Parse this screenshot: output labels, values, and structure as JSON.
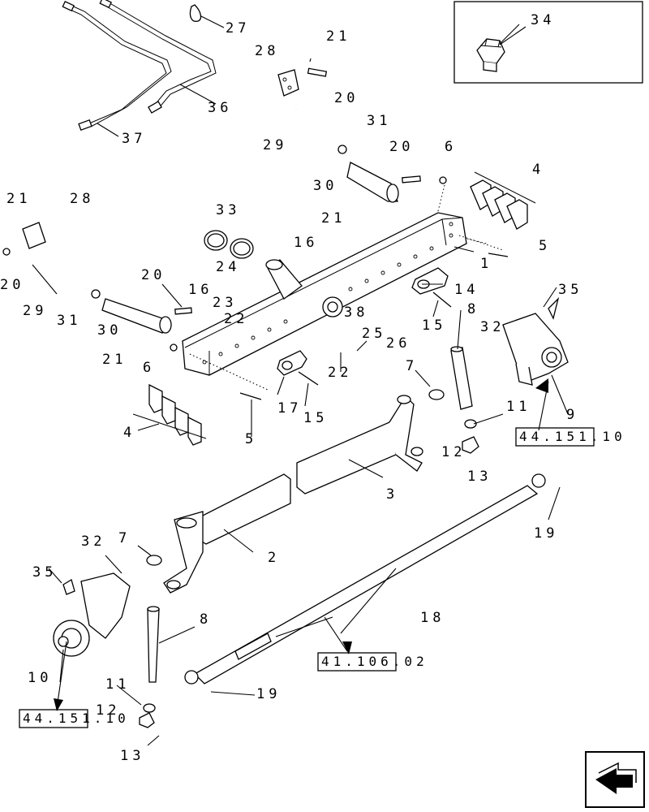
{
  "callouts": [
    "27",
    "21",
    "28",
    "20",
    "36",
    "37",
    "34",
    "31",
    "29",
    "30",
    "20",
    "6",
    "4",
    "21",
    "21",
    "28",
    "33",
    "16",
    "20",
    "24",
    "1",
    "29",
    "31",
    "20",
    "16",
    "23",
    "22",
    "14",
    "30",
    "38",
    "21",
    "6",
    "25",
    "26",
    "15",
    "8",
    "35",
    "32",
    "22",
    "7",
    "17",
    "15",
    "9",
    "11",
    "4",
    "5",
    "5",
    "12",
    "13",
    "3",
    "19",
    "32",
    "7",
    "2",
    "35",
    "18",
    "8",
    "10",
    "11",
    "19",
    "12",
    "13"
  ],
  "refs": [
    "44.151.10",
    "41.106.02",
    "44.151.10"
  ],
  "colors": {
    "line": "#000000",
    "background": "#ffffff"
  },
  "icons": {
    "nav": "next-page-arrow-icon"
  }
}
